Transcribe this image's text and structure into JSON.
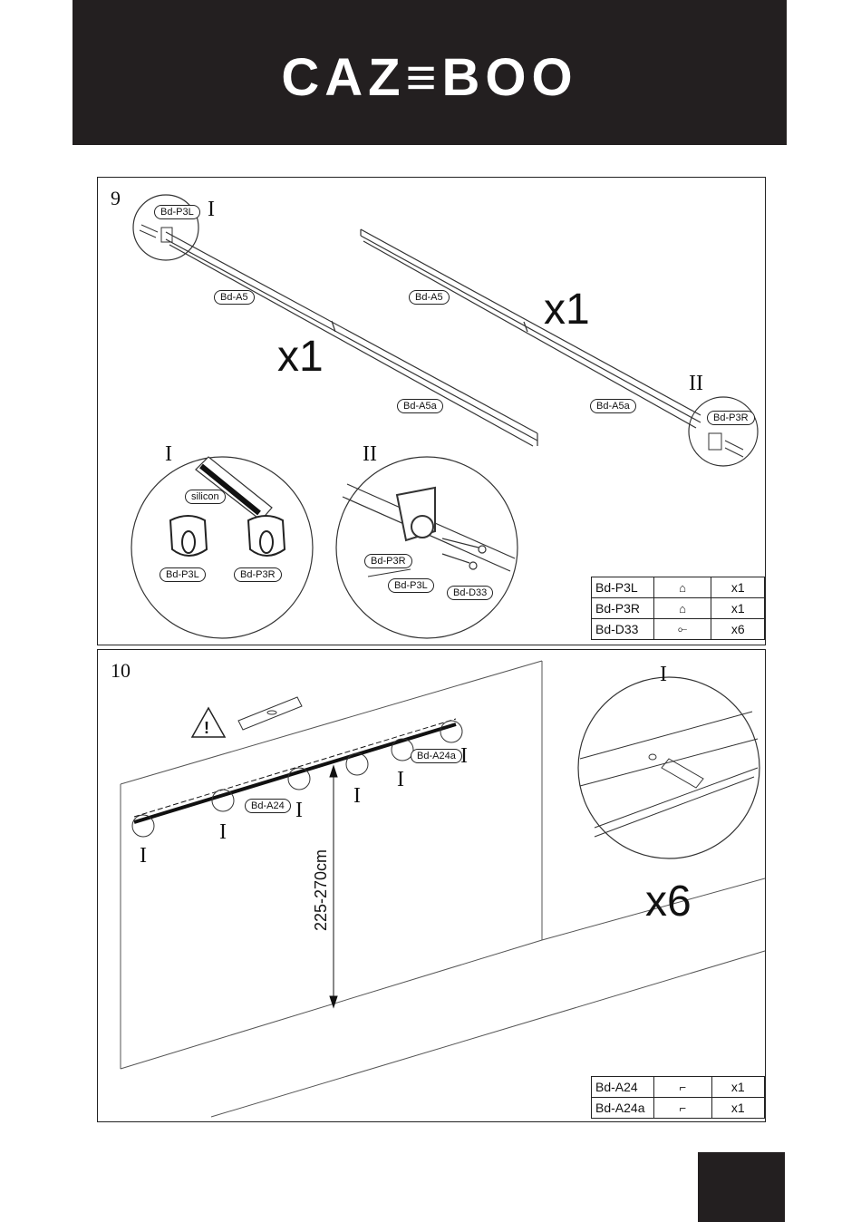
{
  "header": {
    "brand": "CAZ≡BOO"
  },
  "step9": {
    "number": "9",
    "roman_I": "I",
    "roman_II": "II",
    "label_p3l_top": "Bd-P3L",
    "label_a5_left": "Bd-A5",
    "label_a5_right": "Bd-A5",
    "label_a5a_left": "Bd-A5a",
    "label_a5a_right": "Bd-A5a",
    "label_p3r_right": "Bd-P3R",
    "qty_left": "x1",
    "qty_right": "x1",
    "detail_I": {
      "roman": "I",
      "silicon": "silicon",
      "p3l": "Bd-P3L",
      "p3r": "Bd-P3R"
    },
    "detail_II": {
      "roman": "II",
      "p3r": "Bd-P3R",
      "p3l": "Bd-P3L",
      "d33": "Bd-D33"
    },
    "parts": [
      {
        "code": "Bd-P3L",
        "icon": "bracket-left-icon",
        "qty": "x1"
      },
      {
        "code": "Bd-P3R",
        "icon": "bracket-right-icon",
        "qty": "x1"
      },
      {
        "code": "Bd-D33",
        "icon": "screw-icon",
        "qty": "x6"
      }
    ]
  },
  "step10": {
    "number": "10",
    "label_a24": "Bd-A24",
    "label_a24a": "Bd-A24a",
    "height": "225-270cm",
    "roman": "I",
    "detail_roman": "I",
    "detail_qty": "x6",
    "parts": [
      {
        "code": "Bd-A24",
        "icon": "rail-profile-icon",
        "qty": "x1"
      },
      {
        "code": "Bd-A24a",
        "icon": "rail-profile-icon",
        "qty": "x1"
      }
    ]
  }
}
